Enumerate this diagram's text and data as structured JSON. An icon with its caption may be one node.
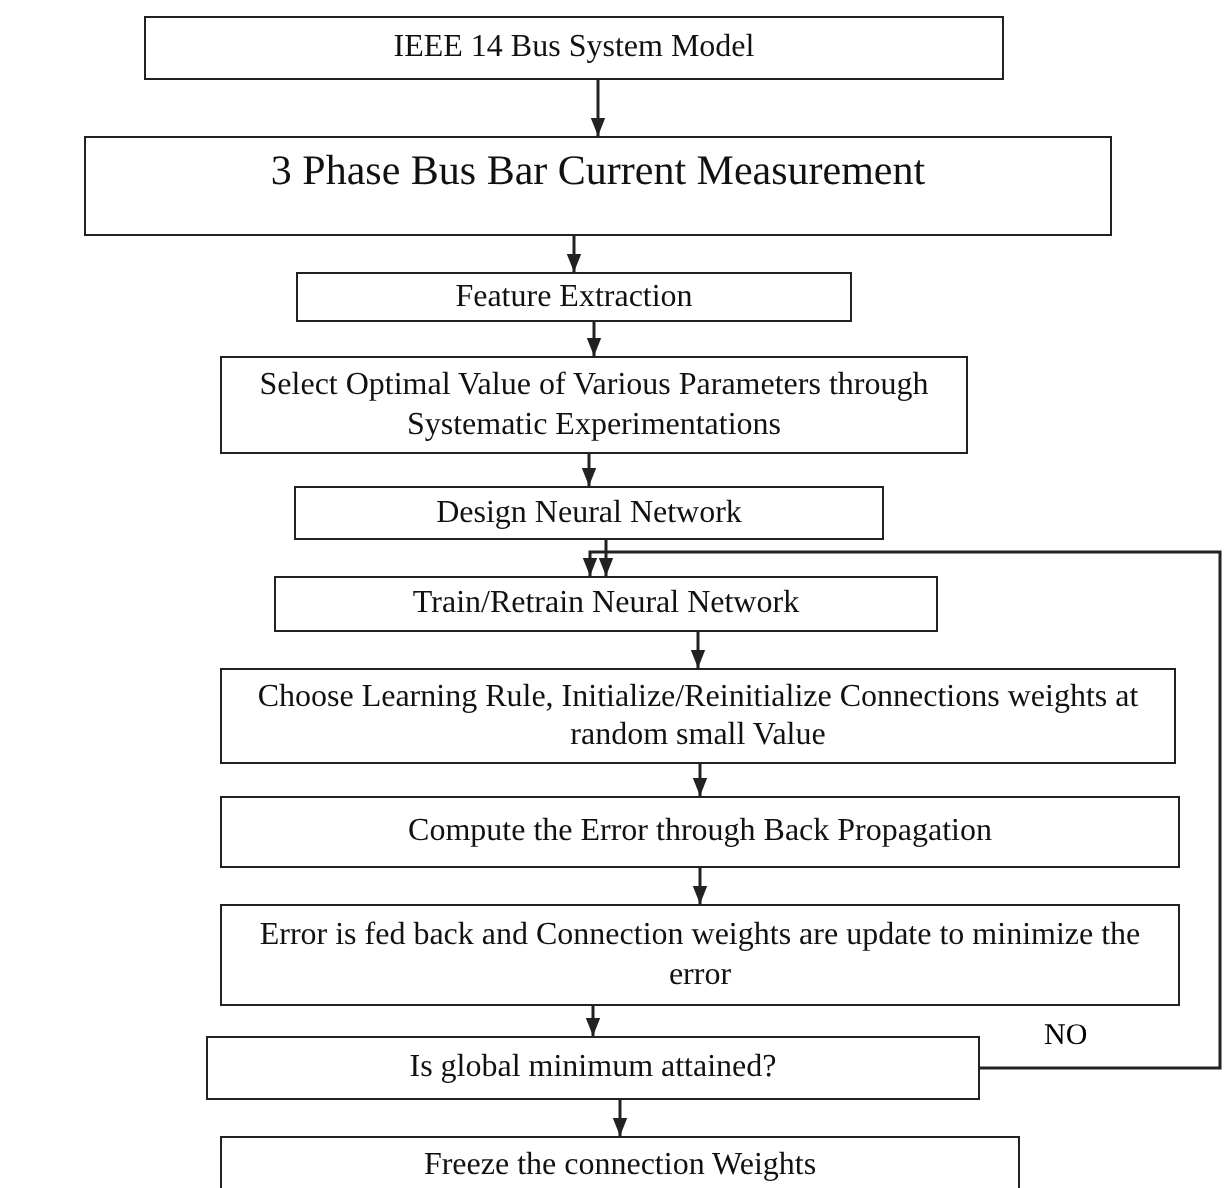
{
  "diagram": {
    "nodes": [
      {
        "text": [
          "IEEE 14 Bus System Model"
        ]
      },
      {
        "text": [
          "3 Phase Bus Bar Current Measurement"
        ]
      },
      {
        "text": [
          "Feature Extraction"
        ]
      },
      {
        "text": [
          "Select Optimal Value of Various Parameters through Systematic Experimentations"
        ]
      },
      {
        "text": [
          "Design Neural Network"
        ]
      },
      {
        "text": [
          "Train/Retrain Neural Network"
        ]
      },
      {
        "text": [
          "Choose Learning Rule, Initialize/Reinitialize Connections weights at random small Value"
        ]
      },
      {
        "text": [
          "Compute the Error through Back Propagation"
        ]
      },
      {
        "text": [
          "Error is fed back and Connection weights are update to minimize the error"
        ]
      },
      {
        "text": [
          "Is global minimum attained?"
        ]
      },
      {
        "text": [
          "Freeze the connection Weights"
        ]
      }
    ],
    "edges": [
      {
        "from": 0,
        "to": 1,
        "arrow": "to"
      },
      {
        "from": 1,
        "to": 2,
        "arrow": "to"
      },
      {
        "from": 2,
        "to": 3,
        "arrow": "to"
      },
      {
        "from": 3,
        "to": 4,
        "arrow": "to"
      },
      {
        "from": 4,
        "to": 5,
        "arrow": "to"
      },
      {
        "from": 5,
        "to": 6,
        "arrow": "to"
      },
      {
        "from": 6,
        "to": 7,
        "arrow": "to"
      },
      {
        "from": 7,
        "to": 8,
        "arrow": "to"
      },
      {
        "from": 8,
        "to": 9,
        "arrow": "to"
      },
      {
        "from": 9,
        "to": 10,
        "arrow": "to"
      },
      {
        "from": 9,
        "to": 5,
        "arrow": "to",
        "label": "NO"
      }
    ]
  }
}
